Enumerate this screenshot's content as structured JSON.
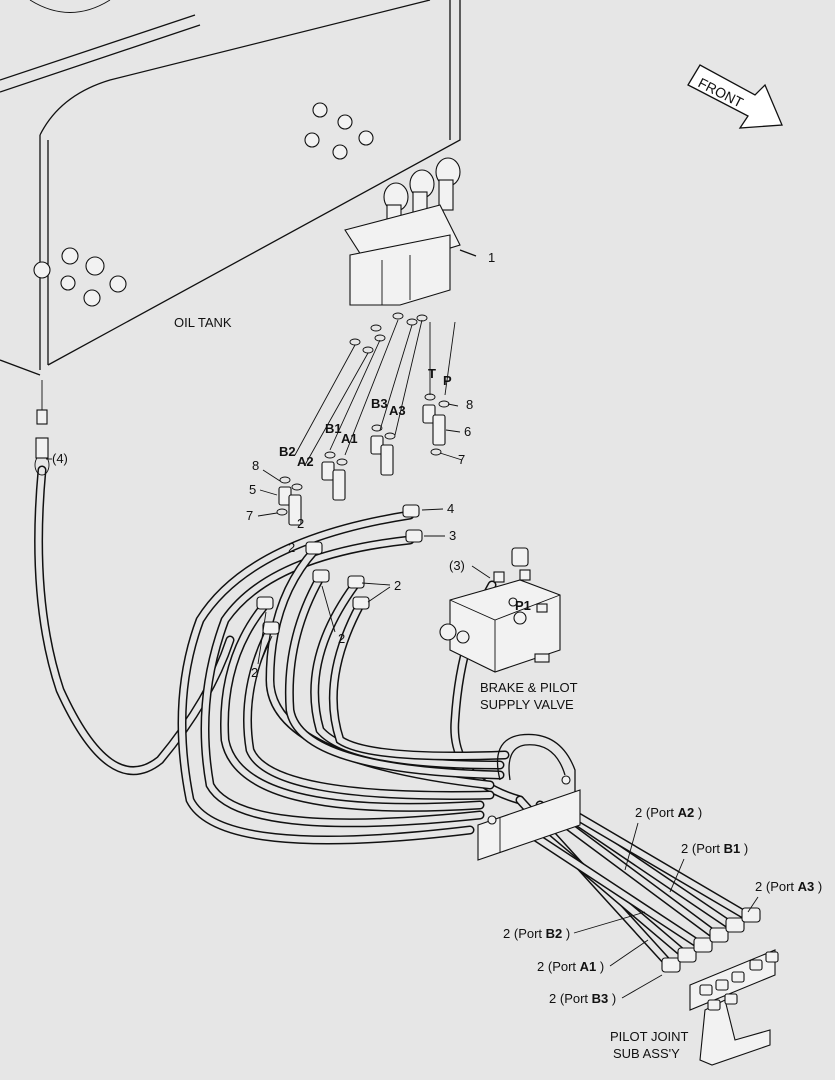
{
  "front_arrow": {
    "text": "FRONT"
  },
  "areas": {
    "oil_tank": "OIL TANK",
    "supply_valve_line1": "BRAKE & PILOT",
    "supply_valve_line2": "SUPPLY VALVE",
    "pilot_joint_line1": "PILOT JOINT",
    "pilot_joint_line2": "SUB ASS'Y"
  },
  "callouts": {
    "c1": "1",
    "c4": "(4)",
    "c3": "(3)",
    "c8_left": "8",
    "c5": "5",
    "c7_left": "7",
    "c8_right": "8",
    "c6": "6",
    "c7_right": "7",
    "c4_hose": "4",
    "c3_hose": "3",
    "c2_a": "2",
    "c2_b": "2",
    "c2_c": "2",
    "c2_d": "2",
    "c2_e": "2",
    "c2_f": "2"
  },
  "ports": {
    "B2": "B2",
    "A2": "A2",
    "B1": "B1",
    "A1": "A1",
    "B3": "B3",
    "A3": "A3",
    "T": "T",
    "P": "P",
    "P1": "P1"
  },
  "port_labels": [
    {
      "num": "2",
      "pre": "(Port",
      "port": "A2",
      "post": ")"
    },
    {
      "num": "2",
      "pre": "(Port",
      "port": "B1",
      "post": ")"
    },
    {
      "num": "2",
      "pre": "(Port",
      "port": "A3",
      "post": ")"
    },
    {
      "num": "2",
      "pre": "(Port",
      "port": "B2",
      "post": ")"
    },
    {
      "num": "2",
      "pre": "(Port",
      "port": "A1",
      "post": ")"
    },
    {
      "num": "2",
      "pre": "(Port",
      "port": "B3",
      "post": ")"
    }
  ]
}
